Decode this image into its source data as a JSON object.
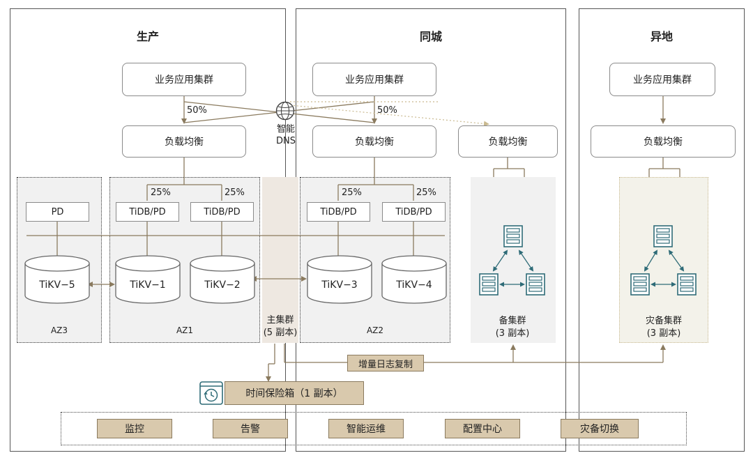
{
  "regions": {
    "production": "生产",
    "same_city": "同城",
    "remote": "异地"
  },
  "app_cluster": "业务应用集群",
  "load_balancer": "负载均衡",
  "dns": {
    "line1": "智能",
    "line2": "DNS"
  },
  "traffic": {
    "fifty": "50%",
    "twentyfive": "25%"
  },
  "nodes": {
    "pd": "PD",
    "tidb_pd": "TiDB/PD",
    "tikv5": "TiKV−5",
    "tikv1": "TiKV−1",
    "tikv2": "TiKV−2",
    "tikv3": "TiKV−3",
    "tikv4": "TiKV−4"
  },
  "zones": {
    "az3": "AZ3",
    "az1": "AZ1",
    "az2": "AZ2"
  },
  "main_cluster": {
    "line1": "主集群",
    "line2": "(5 副本)"
  },
  "standby_cluster": {
    "line1": "备集群",
    "line2": "(3 副本)"
  },
  "dr_cluster": {
    "line1": "灾备集群",
    "line2": "(3 副本)"
  },
  "incremental_log": "增量日志复制",
  "time_vault": "时间保险箱（1 副本）",
  "ops_tools": [
    "监控",
    "告警",
    "智能运维",
    "配置中心",
    "灾备切换"
  ],
  "colors": {
    "line": "#8a7a5e",
    "tan": "#d9c9ad",
    "server": "#2e6b77",
    "dotted": "#c9b98f"
  }
}
